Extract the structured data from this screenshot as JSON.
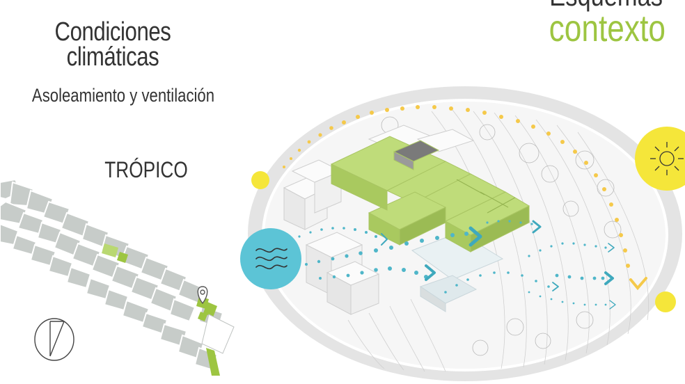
{
  "header": {
    "title": "Condiciones\nclimáticas",
    "subtitle": "Asoleamiento y ventilación",
    "region": "TRÓPICO",
    "corner_title_top": "Esquemas",
    "corner_title_bottom": "contexto"
  },
  "colors": {
    "text": "#333333",
    "accent_green": "#9dc541",
    "building_green": "#b9d871",
    "sun_yellow": "#f5e63a",
    "sun_path": "#f5c94a",
    "wind_blue": "#4fb6c9",
    "water_circle": "#5cc4d6",
    "ring_gray": "#e4e4e4",
    "map_block": "#c7ccc9"
  },
  "icons": {
    "sun": "sun-icon",
    "wind": "wind-waves-icon",
    "location": "location-pin-icon",
    "north": "north-arrow-icon"
  }
}
